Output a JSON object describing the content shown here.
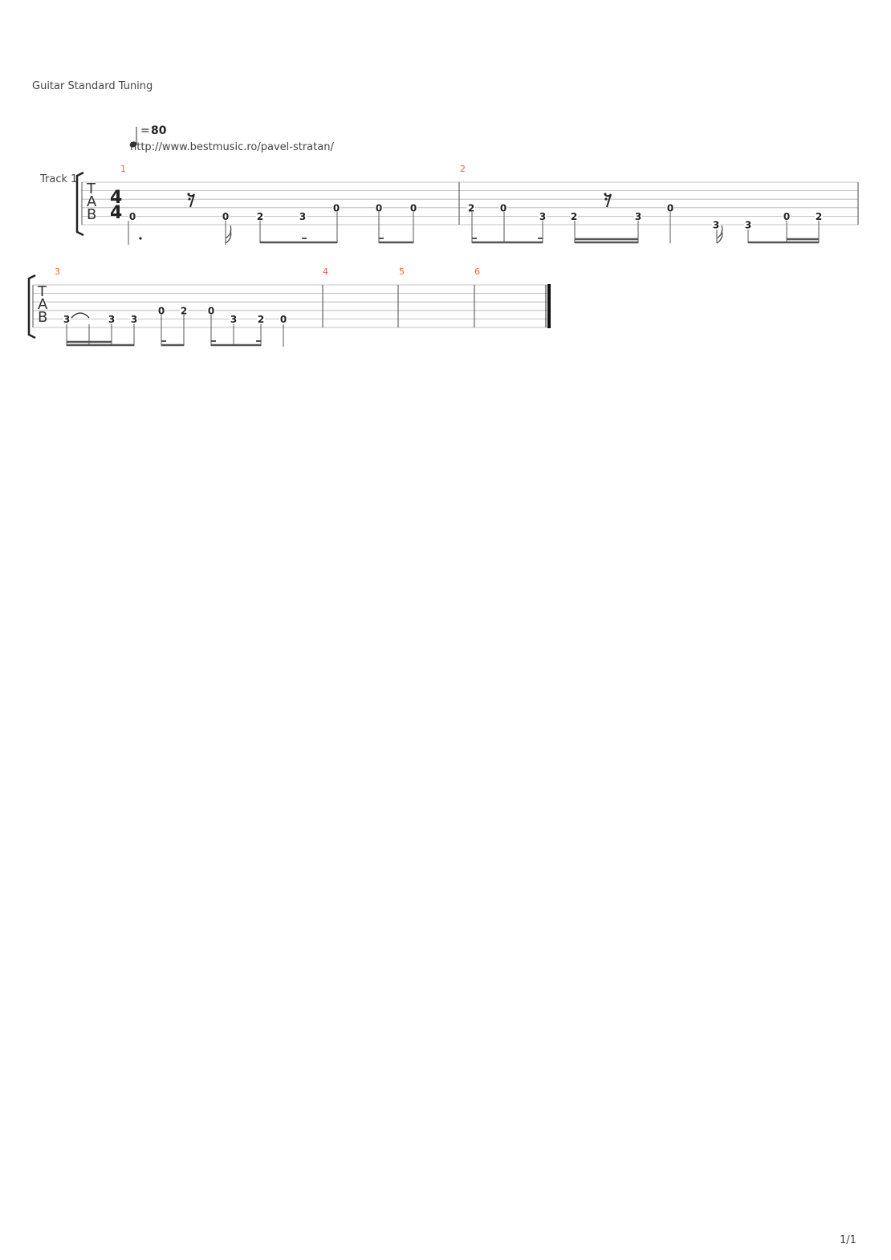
{
  "header": {
    "tuning": "Guitar Standard Tuning",
    "tempo_value": "80",
    "tempo_eq": "=",
    "url": "http://www.bestmusic.ro/pavel-stratan/"
  },
  "track": {
    "name": "Track 1",
    "clef": [
      "T",
      "A",
      "B"
    ],
    "time_signature": "4/4"
  },
  "measures": [
    {
      "number": "1",
      "notes": [
        "0",
        "0",
        "2",
        "3",
        "0",
        "0",
        "0"
      ]
    },
    {
      "number": "2",
      "notes": [
        "2",
        "0",
        "3",
        "2",
        "3",
        "0",
        "3",
        "3",
        "0",
        "2"
      ]
    },
    {
      "number": "3",
      "notes": [
        "3",
        "3",
        "3",
        "0",
        "2",
        "0",
        "3",
        "2",
        "0"
      ]
    },
    {
      "number": "4",
      "notes": []
    },
    {
      "number": "5",
      "notes": []
    },
    {
      "number": "6",
      "notes": []
    }
  ],
  "footer": {
    "page": "1/1"
  },
  "colors": {
    "measure_number": "#e8623a",
    "staff_line": "#b0b0b0",
    "ink": "#333333"
  }
}
